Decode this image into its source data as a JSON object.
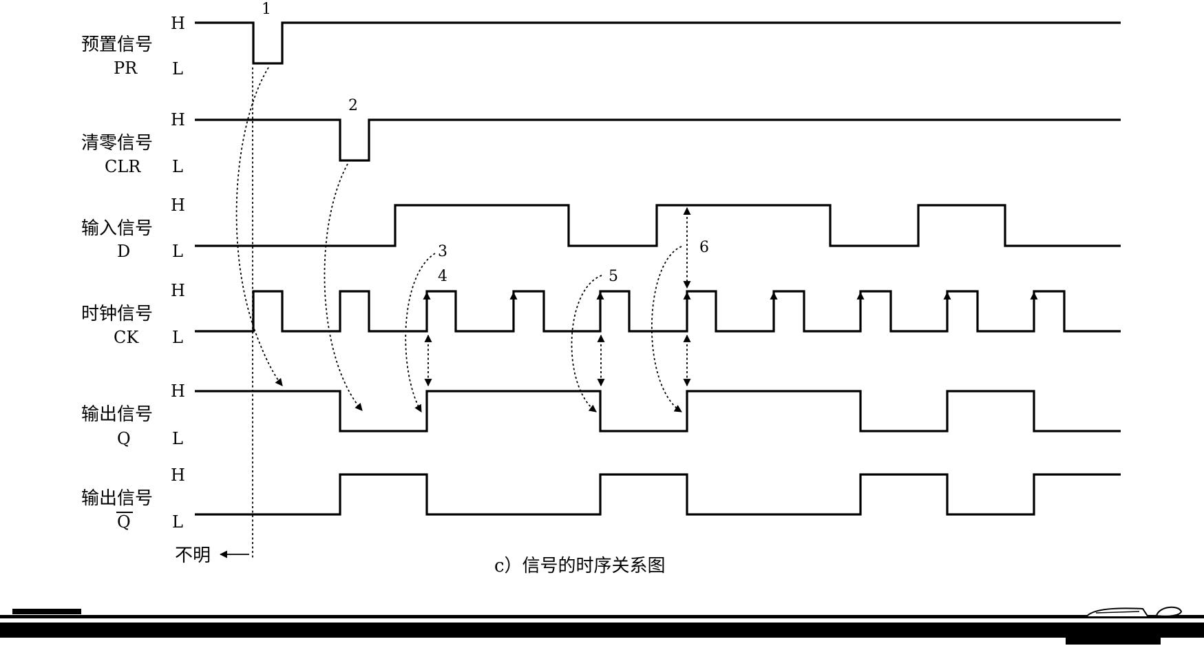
{
  "level_high": "H",
  "level_low": "L",
  "signals": [
    {
      "id": "pr",
      "name": "预置信号",
      "symbol": "PR",
      "overbar": false
    },
    {
      "id": "clr",
      "name": "清零信号",
      "symbol": "CLR",
      "overbar": false
    },
    {
      "id": "d",
      "name": "输入信号",
      "symbol": "D",
      "overbar": false
    },
    {
      "id": "ck",
      "name": "时钟信号",
      "symbol": "CK",
      "overbar": false
    },
    {
      "id": "q",
      "name": "输出信号",
      "symbol": "Q",
      "overbar": false
    },
    {
      "id": "qb",
      "name": "输出信号",
      "symbol": "Q",
      "overbar": true
    }
  ],
  "event_labels": [
    "1",
    "2",
    "3",
    "4",
    "5",
    "6"
  ],
  "unknown_label": "不明",
  "caption": "c）信号的时序关系图"
}
